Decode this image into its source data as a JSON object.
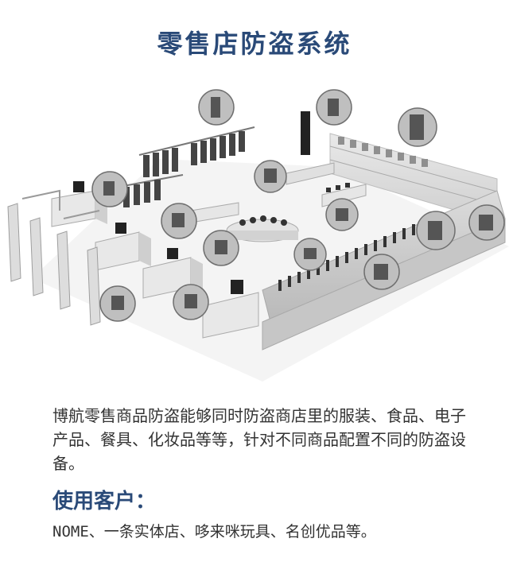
{
  "header": {
    "title": "零售店防盗系统"
  },
  "description": {
    "text": "博航零售商品防盗能够同时防盗商店里的服装、食品、电子产品、餐具、化妆品等等，针对不同商品配置不同的防盗设备。"
  },
  "clients": {
    "heading": "使用客户：",
    "text": "NOME、一条实体店、哆来咪玩具、名创优品等。"
  },
  "colors": {
    "title": "#2a4a78",
    "body_text": "#333333"
  }
}
